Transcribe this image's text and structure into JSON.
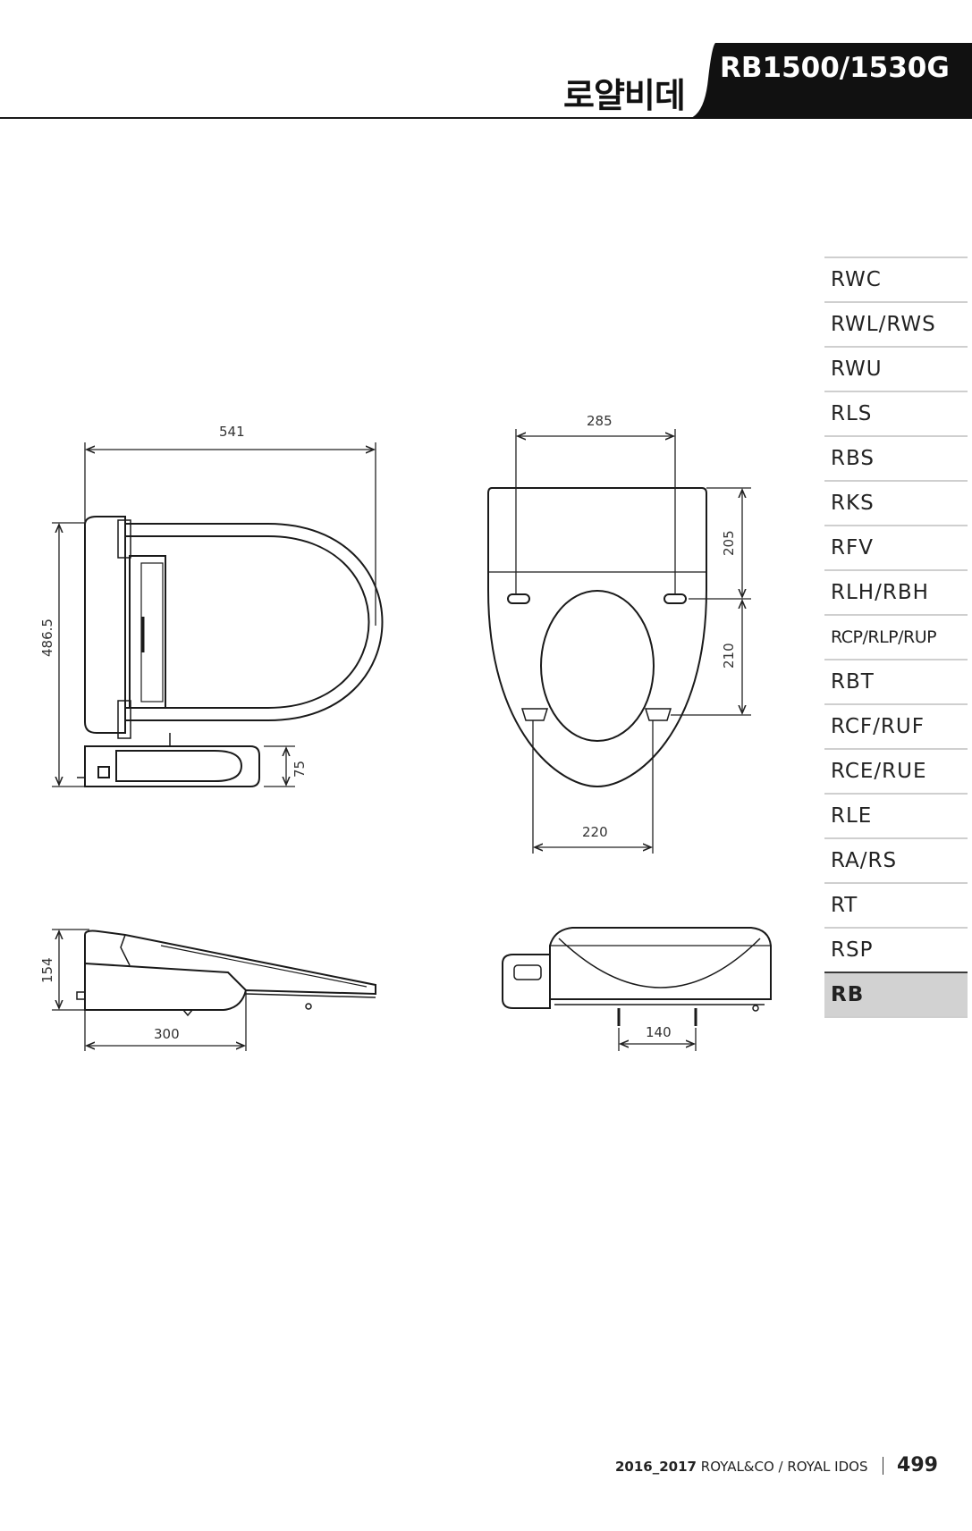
{
  "header": {
    "title": "로얄비데",
    "model": "RB1500/1530G"
  },
  "sidebar": {
    "items": [
      {
        "label": "RWC"
      },
      {
        "label": "RWL/RWS"
      },
      {
        "label": "RWU"
      },
      {
        "label": "RLS"
      },
      {
        "label": "RBS"
      },
      {
        "label": "RKS"
      },
      {
        "label": "RFV"
      },
      {
        "label": "RLH/RBH"
      },
      {
        "label": "RCP/RLP/RUP"
      },
      {
        "label": "RBT"
      },
      {
        "label": "RCF/RUF"
      },
      {
        "label": "RCE/RUE"
      },
      {
        "label": "RLE"
      },
      {
        "label": "RA/RS"
      },
      {
        "label": "RT"
      },
      {
        "label": "RSP"
      },
      {
        "label": "RB"
      }
    ],
    "active": "RB"
  },
  "dimensions": {
    "side_length": "541",
    "side_height": "486.5",
    "side_base": "75",
    "top_hole_spacing": "285",
    "top_upper_depth": "205",
    "top_lower_depth": "210",
    "top_width": "220",
    "profile_height": "154",
    "profile_length": "300",
    "rear_bolt_spacing": "140"
  },
  "footer": {
    "years": "2016_2017",
    "brand": "ROYAL&CO / ROYAL IDOS",
    "page": "499"
  },
  "colors": {
    "header_tab": "#111111",
    "active_item": "#d2d2d2",
    "divider": "#cfcfcf"
  }
}
